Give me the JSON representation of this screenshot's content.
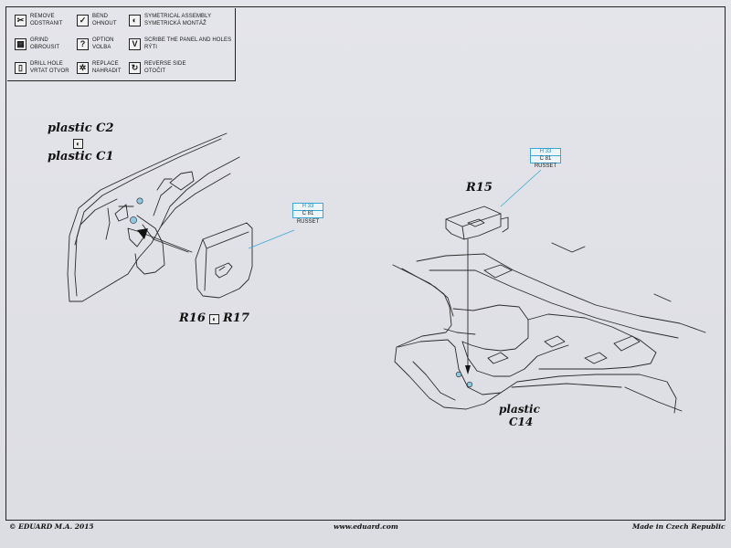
{
  "legend": [
    {
      "icon": "remove-icon",
      "glyph": "✂",
      "line1": "REMOVE",
      "line2": "ODSTRANIT"
    },
    {
      "icon": "bend-icon",
      "glyph": "✓",
      "line1": "BEND",
      "line2": "OHNOUT"
    },
    {
      "icon": "symmetrical-assembly-icon",
      "glyph": "◐",
      "line1": "SYMETRICAL ASSEMBLY",
      "line2": "SYMETRICKÁ MONTÁŽ"
    },
    {
      "icon": "grind-icon",
      "glyph": "▦",
      "line1": "GRIND",
      "line2": "OBROUSIT"
    },
    {
      "icon": "option-icon",
      "glyph": "?",
      "line1": "OPTION",
      "line2": "VOLBA"
    },
    {
      "icon": "scribe-icon",
      "glyph": "V",
      "line1": "SCRIBE THE PANEL AND HOLES",
      "line2": "RÝTI"
    },
    {
      "icon": "drill-hole-icon",
      "glyph": "▯",
      "line1": "DRILL HOLE",
      "line2": "VRTAT OTVOR"
    },
    {
      "icon": "replace-icon",
      "glyph": "✲",
      "line1": "REPLACE",
      "line2": "NAHRADIT"
    },
    {
      "icon": "reverse-side-icon",
      "glyph": "↻",
      "line1": "REVERSE SIDE",
      "line2": "OTOČIT"
    }
  ],
  "labels": {
    "plastic_c2": "plastic C2",
    "plastic_c1": "plastic C1",
    "r16": "R16",
    "r17": "R17",
    "r15": "R15",
    "plastic_c14_line1": "plastic",
    "plastic_c14_line2": "C14"
  },
  "paint_left": {
    "h": "H 33",
    "c": "C 81",
    "name": "RUSSET"
  },
  "paint_right": {
    "h": "H 33",
    "c": "C 81",
    "name": "RUSSET"
  },
  "footer": {
    "copyright": "© EDUARD  M.A. 2015",
    "website": "www.eduard.com",
    "made_in": "Made in Czech Republic"
  },
  "colors": {
    "paint_blue": "#3aa9d3",
    "hole_blue": "#8cc9e3"
  }
}
